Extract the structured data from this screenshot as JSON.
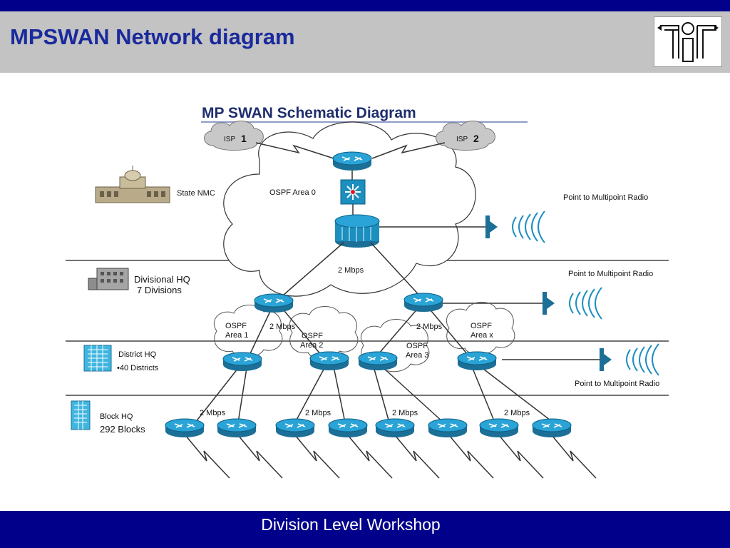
{
  "slide": {
    "title": "MPSWAN Network diagram",
    "footer": "Division Level Workshop"
  },
  "diagram": {
    "title": "MP SWAN Schematic Diagram",
    "isp1_label": "ISP",
    "isp1_num": "1",
    "isp2_label": "ISP",
    "isp2_num": "2",
    "state_nmc": "State NMC",
    "ospf_area0": "OSPF Area 0",
    "radio_label_1": "Point to Multipoint Radio",
    "radio_label_2": "Point to Multipoint Radio",
    "radio_label_3": "Point to Multipoint Radio",
    "divisional_hq": "Divisional HQ",
    "divisions": "7 Divisions",
    "district_hq": "District HQ",
    "districts": "•40 Districts",
    "block_hq": "Block HQ",
    "blocks": "292 Blocks",
    "link_2mbps_top": "2 Mbps",
    "link_2mbps_div_left": "2 Mbps",
    "link_2mbps_div_right": "2 Mbps",
    "link_2mbps_b1": "2 Mbps",
    "link_2mbps_b2": "2 Mbps",
    "link_2mbps_b3": "2 Mbps",
    "link_2mbps_b4": "2 Mbps",
    "area1_a": "OSPF",
    "area1_b": "Area 1",
    "area2_a": "OSPF",
    "area2_b": "Area 2",
    "area3_a": "OSPF",
    "area3_b": "Area 3",
    "areax_a": "OSPF",
    "areax_b": "Area x"
  },
  "colors": {
    "header_band": "#00008b",
    "header_gray": "#c3c3c3",
    "title_blue": "#1a2a9c",
    "router_blue": "#1c8fbf"
  },
  "icons": [
    "logo-icon",
    "isp-cloud-icon",
    "building-icon",
    "router-icon",
    "switch-icon",
    "core-router-icon",
    "radio-antenna-icon"
  ]
}
